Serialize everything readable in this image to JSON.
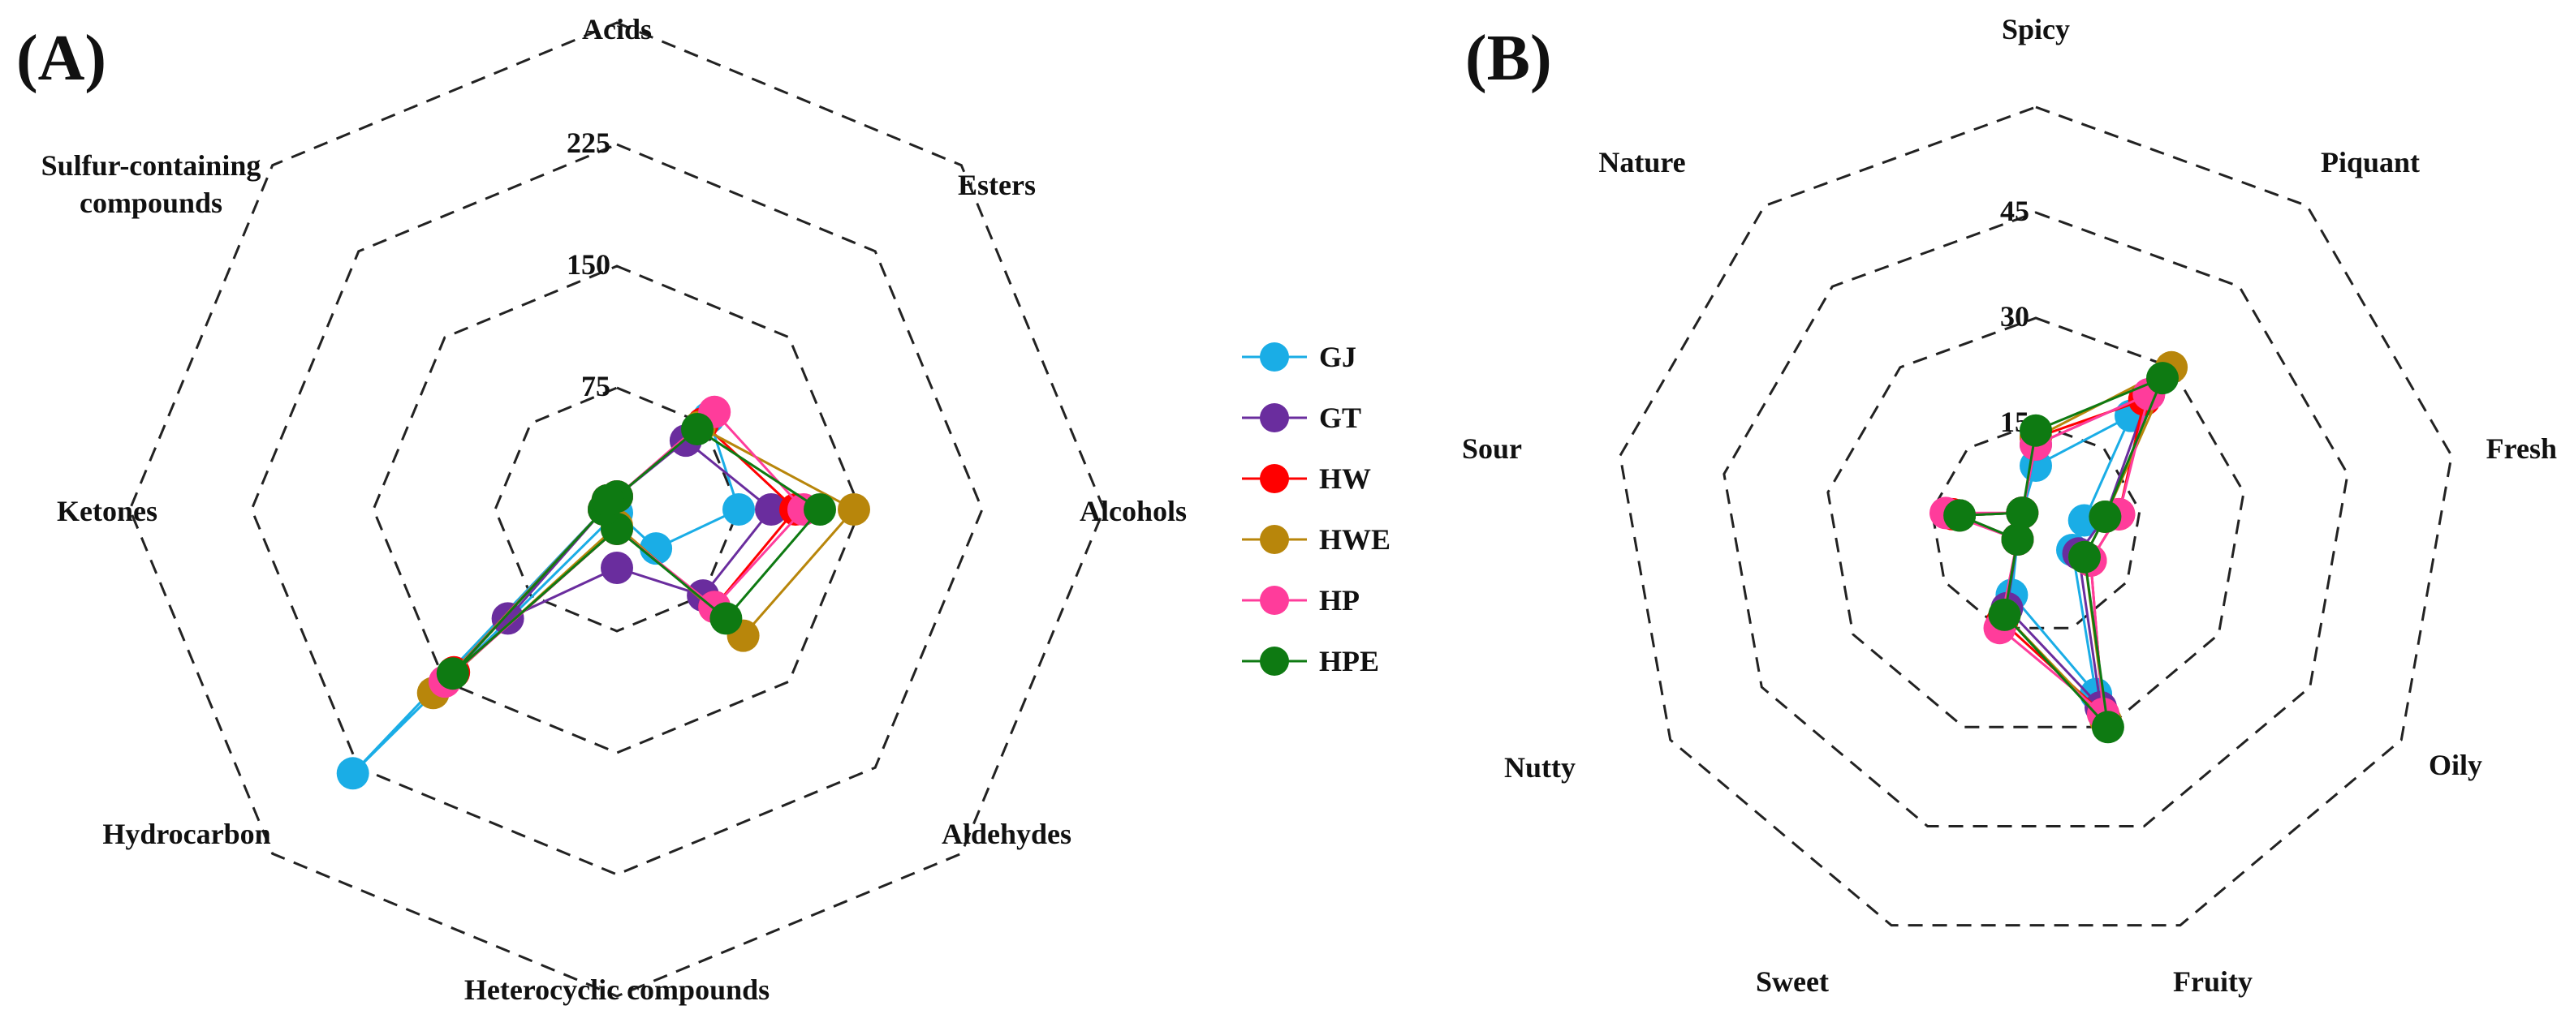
{
  "chart_data": [
    {
      "panel": "(A)",
      "type": "radar",
      "categories": [
        "Acids",
        "Esters",
        "Alcohols",
        "Aldehydes",
        "Heterocyclic compounds",
        "Hydrocarbon",
        "Ketones",
        "Sulfur-containing compounds"
      ],
      "category_label_lines": [
        [
          "Acids"
        ],
        [
          "Esters"
        ],
        [
          "Alcohols"
        ],
        [
          "Aldehydes"
        ],
        [
          "Heterocyclic compounds"
        ],
        [
          "Hydrocarbon"
        ],
        [
          "Ketones"
        ],
        [
          "Sulfur-containing",
          "compounds"
        ]
      ],
      "ticks": [
        0,
        75,
        150,
        225
      ],
      "tick_labels": [
        "0",
        "75",
        "150",
        "225"
      ],
      "rlim": [
        0,
        300
      ],
      "grid": true,
      "legend_position": "between panels, right of (A)",
      "series": [
        {
          "name": "GJ",
          "color": "#1AADE6",
          "values": [
            8,
            80,
            75,
            34,
            2,
            230,
            8,
            8
          ]
        },
        {
          "name": "GT",
          "color": "#6A2D9E",
          "values": [
            8,
            60,
            95,
            75,
            36,
            95,
            8,
            8
          ]
        },
        {
          "name": "HW",
          "color": "#FF0000",
          "values": [
            8,
            75,
            110,
            85,
            12,
            142,
            8,
            8
          ]
        },
        {
          "name": "HWE",
          "color": "#B8860B",
          "values": [
            8,
            72,
            146,
            110,
            10,
            160,
            8,
            8
          ]
        },
        {
          "name": "HP",
          "color": "#FF3C9B",
          "values": [
            8,
            85,
            115,
            85,
            12,
            150,
            8,
            8
          ]
        },
        {
          "name": "HPE",
          "color": "#0E7A12",
          "values": [
            8,
            70,
            125,
            95,
            12,
            143,
            8,
            8
          ]
        }
      ]
    },
    {
      "panel": "(B)",
      "type": "radar",
      "categories": [
        "Spicy",
        "Piquant",
        "Fresh",
        "Oily",
        "Fruity",
        "Sweet",
        "Nutty",
        "Sour",
        "Nature"
      ],
      "category_label_lines": [
        [
          "Spicy"
        ],
        [
          "Piquant"
        ],
        [
          "Fresh"
        ],
        [
          "Oily"
        ],
        [
          "Fruity"
        ],
        [
          "Sweet"
        ],
        [
          "Nutty"
        ],
        [
          "Sour"
        ],
        [
          "Nature"
        ]
      ],
      "ticks": [
        0,
        15,
        30,
        45
      ],
      "tick_labels": [
        "0",
        "15",
        "30",
        "45"
      ],
      "rlim": [
        0,
        60
      ],
      "grid": true,
      "series": [
        {
          "name": "GJ",
          "color": "#1AADE6",
          "values": [
            9,
            21,
            7,
            6,
            25,
            10,
            3,
            11,
            3
          ]
        },
        {
          "name": "GT",
          "color": "#6A2D9E",
          "values": [
            12,
            25,
            10,
            7,
            27,
            12,
            3,
            11,
            3
          ]
        },
        {
          "name": "HW",
          "color": "#FF0000",
          "values": [
            13,
            24,
            12,
            9,
            28,
            14,
            3,
            12,
            3
          ]
        },
        {
          "name": "HWE",
          "color": "#B8860B",
          "values": [
            13,
            30,
            10,
            8,
            29,
            13,
            3,
            11,
            3
          ]
        },
        {
          "name": "HP",
          "color": "#FF3C9B",
          "values": [
            12,
            25,
            12,
            9,
            28,
            15,
            3,
            13,
            3
          ]
        },
        {
          "name": "HPE",
          "color": "#0E7A12",
          "values": [
            14,
            28,
            10,
            8,
            30,
            13,
            3,
            11,
            3
          ]
        }
      ]
    }
  ]
}
